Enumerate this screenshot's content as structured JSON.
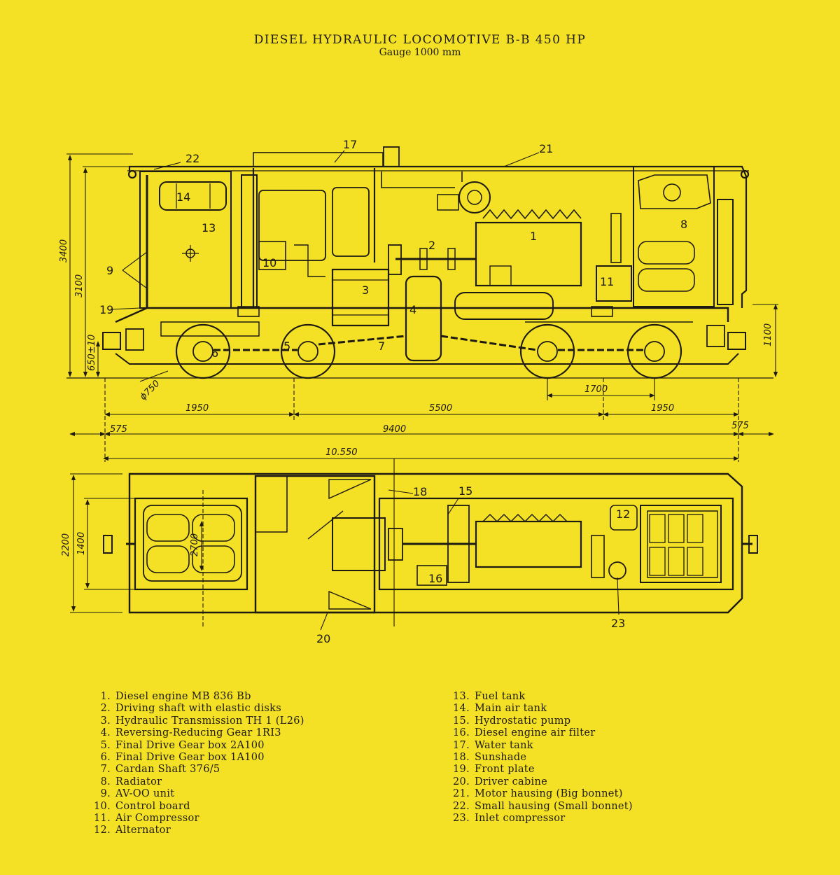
{
  "title": "DIESEL HYDRAULIC LOCOMOTIVE B-B 450 HP",
  "subtitle": "Gauge 1000 mm",
  "callouts": {
    "c1": "1",
    "c2": "2",
    "c3": "3",
    "c4": "4",
    "c5": "5",
    "c6": "6",
    "c7": "7",
    "c8": "8",
    "c9": "9",
    "c10": "10",
    "c11": "11",
    "c12": "12",
    "c13": "13",
    "c14": "14",
    "c15": "15",
    "c16": "16",
    "c17": "17",
    "c18": "18",
    "c19": "19",
    "c20": "20",
    "c21": "21",
    "c22": "22",
    "c23": "23"
  },
  "dimensions": {
    "height_overall": "3400",
    "height_cab": "3100",
    "height_buffer": "650±10",
    "wheel_diameter": "ϕ750",
    "bogie_frame_height": "1100",
    "axle_spacing": "1700",
    "left_end": "1950",
    "bogie_centers": "5500",
    "right_end": "1950",
    "overhang_left": "575",
    "frame_length": "9400",
    "overhang_right": "575",
    "length_over_buffers": "10.550",
    "width_overall": "2200",
    "width_inner": "1400",
    "width_cab": "2700"
  },
  "legend_left": [
    {
      "num": "1.",
      "text": "Diesel engine MB 836 Bb"
    },
    {
      "num": "2.",
      "text": "Driving shaft with elastic disks"
    },
    {
      "num": "3.",
      "text": "Hydraulic Transmission TH 1 (L26)"
    },
    {
      "num": "4.",
      "text": "Reversing-Reducing Gear 1RI3"
    },
    {
      "num": "5.",
      "text": "Final Drive Gear box 2A100"
    },
    {
      "num": "6.",
      "text": "Final Drive Gear box 1A100"
    },
    {
      "num": "7.",
      "text": "Cardan Shaft 376/5"
    },
    {
      "num": "8.",
      "text": "Radiator"
    },
    {
      "num": "9.",
      "text": "AV-OO unit"
    },
    {
      "num": "10.",
      "text": "Control board"
    },
    {
      "num": "11.",
      "text": "Air Compressor"
    },
    {
      "num": "12.",
      "text": "Alternator"
    }
  ],
  "legend_right": [
    {
      "num": "13.",
      "text": "Fuel tank"
    },
    {
      "num": "14.",
      "text": "Main air tank"
    },
    {
      "num": "15.",
      "text": "Hydrostatic pump"
    },
    {
      "num": "16.",
      "text": "Diesel engine air filter"
    },
    {
      "num": "17.",
      "text": "Water tank"
    },
    {
      "num": "18.",
      "text": "Sunshade"
    },
    {
      "num": "19.",
      "text": "Front plate"
    },
    {
      "num": "20.",
      "text": "Driver cabine"
    },
    {
      "num": "21.",
      "text": "Motor hausing (Big bonnet)"
    },
    {
      "num": "22.",
      "text": "Small hausing (Small bonnet)"
    },
    {
      "num": "23.",
      "text": "Inlet compressor"
    }
  ],
  "colors": {
    "background": "#f4e024",
    "ink": "#1d1a12"
  }
}
